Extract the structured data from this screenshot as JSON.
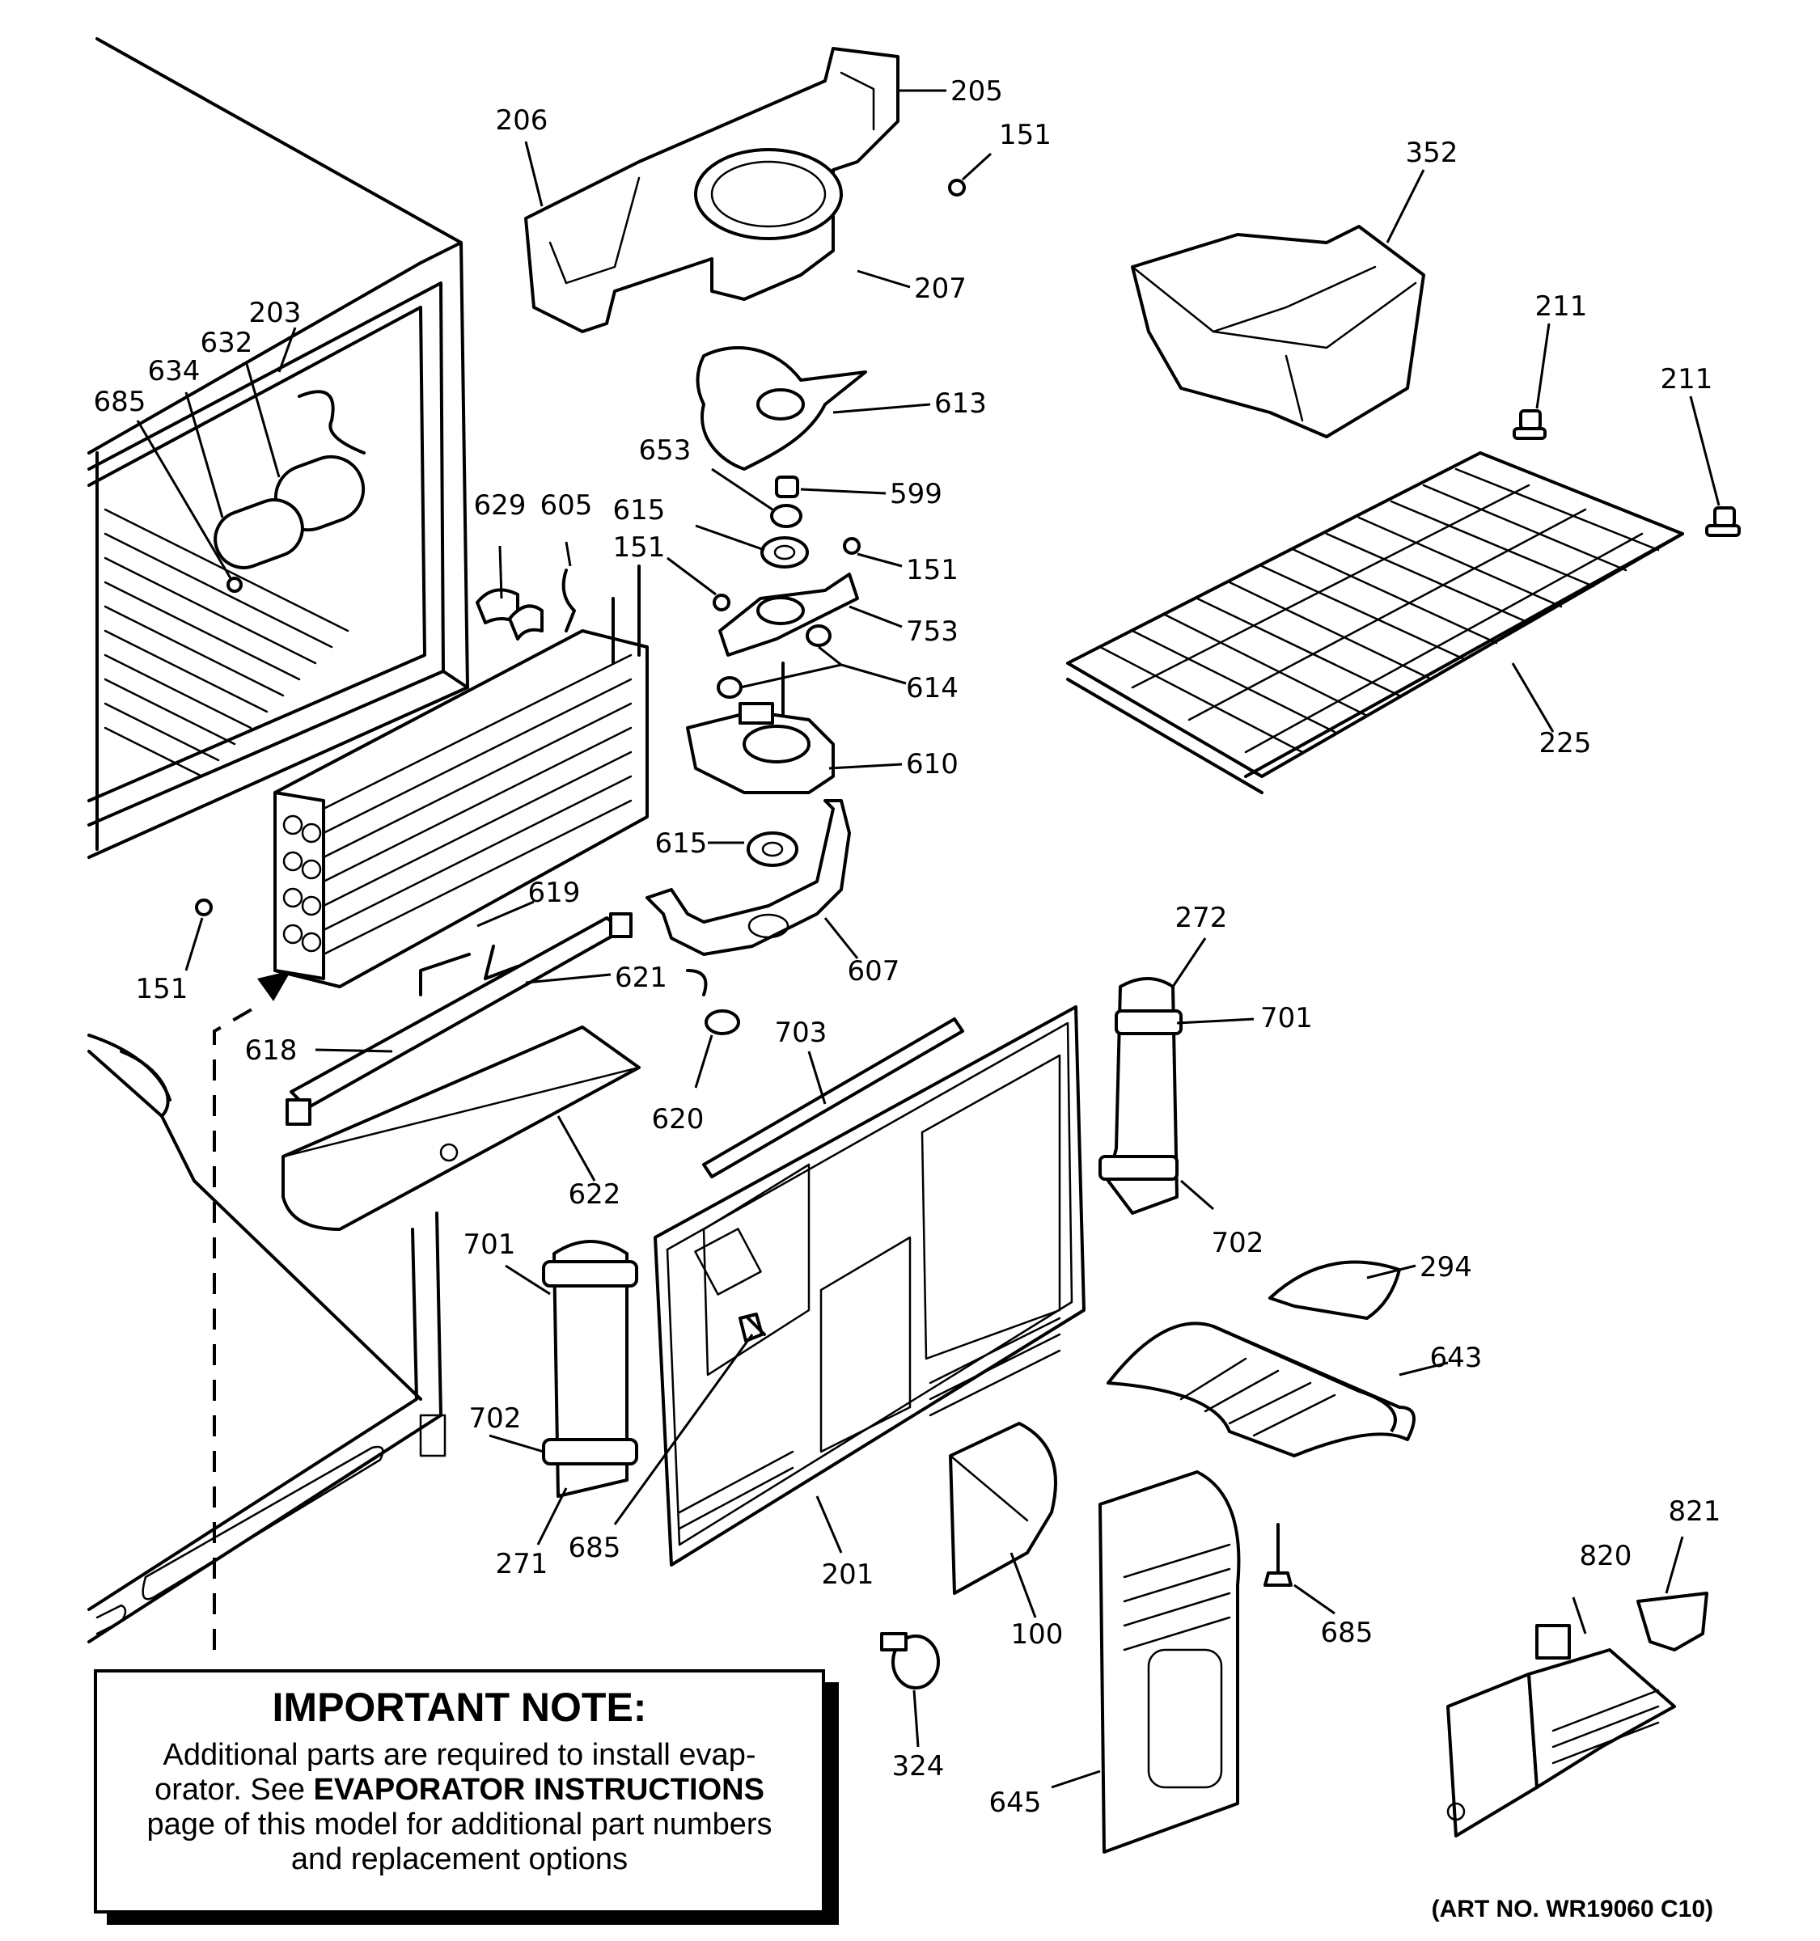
{
  "labels": {
    "l205": "205",
    "l206": "206",
    "l151_top": "151",
    "l207": "207",
    "l352": "352",
    "l203": "203",
    "l632": "632",
    "l634": "634",
    "l685_top": "685",
    "l211_a": "211",
    "l211_b": "211",
    "l613": "613",
    "l653": "653",
    "l599": "599",
    "l615_a": "615",
    "l629": "629",
    "l605": "605",
    "l151_mid": "151",
    "l151_right": "151",
    "l753": "753",
    "l614": "614",
    "l610": "610",
    "l225": "225",
    "l615_b": "615",
    "l619": "619",
    "l151_left": "151",
    "l621": "621",
    "l607": "607",
    "l272": "272",
    "l701_a": "701",
    "l618": "618",
    "l703": "703",
    "l620": "620",
    "l622": "622",
    "l702_a": "702",
    "l294": "294",
    "l701_b": "701",
    "l643": "643",
    "l702_b": "702",
    "l821": "821",
    "l820": "820",
    "l685_mid": "685",
    "l271": "271",
    "l201": "201",
    "l100": "100",
    "l685_right": "685",
    "l324": "324",
    "l645": "645"
  },
  "note": {
    "title": "IMPORTANT NOTE:",
    "line1": "Additional parts are required to install evap-",
    "line2_pre": "orator.  See ",
    "line2_bold": "EVAPORATOR INSTRUCTIONS",
    "line3": "page of this model for additional part numbers",
    "line4": "and replacement options"
  },
  "art_number": "(ART NO. WR19060 C10)"
}
